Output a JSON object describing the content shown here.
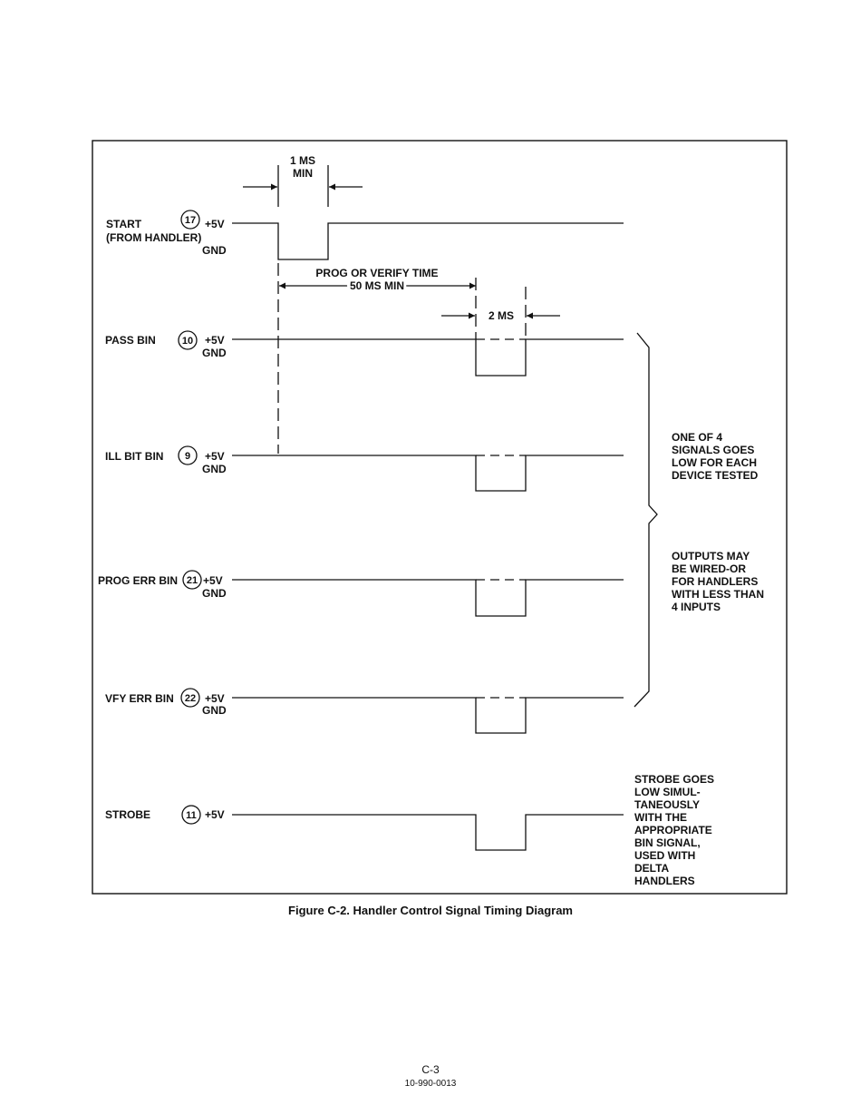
{
  "diagram": {
    "time_labels": {
      "start_pulse_line1": "1 MS",
      "start_pulse_line2": "MIN",
      "prog_time_line1": "PROG OR VERIFY TIME",
      "prog_time_line2": "50 MS MIN",
      "bin_pulse": "2 MS"
    },
    "signals": [
      {
        "id": "start",
        "name": "START",
        "sub": "(FROM HANDLER)",
        "pin": "17",
        "high": "+5V",
        "low": "GND"
      },
      {
        "id": "pass-bin",
        "name": "PASS BIN",
        "pin": "10",
        "high": "+5V",
        "low": "GND"
      },
      {
        "id": "ill-bit-bin",
        "name": "ILL BIT BIN",
        "pin": "9",
        "high": "+5V",
        "low": "GND"
      },
      {
        "id": "prog-err-bin",
        "name": "PROG ERR BIN",
        "pin": "21",
        "high": "+5V",
        "low": "GND"
      },
      {
        "id": "vfy-err-bin",
        "name": "VFY ERR BIN",
        "pin": "22",
        "high": "+5V",
        "low": "GND"
      },
      {
        "id": "strobe",
        "name": "STROBE",
        "pin": "11",
        "high": "+5V"
      }
    ],
    "notes": {
      "one_of_four": [
        "ONE OF 4",
        "SIGNALS GOES",
        "LOW FOR EACH",
        "DEVICE TESTED"
      ],
      "outputs_may": [
        "OUTPUTS MAY",
        "BE WIRED-OR",
        "FOR HANDLERS",
        "WITH LESS THAN",
        "4 INPUTS"
      ],
      "strobe_note": [
        "STROBE GOES",
        "LOW SIMUL-",
        "TANEOUSLY",
        "WITH THE",
        "APPROPRIATE",
        "BIN SIGNAL,",
        "USED WITH",
        "DELTA",
        "HANDLERS"
      ]
    }
  },
  "caption": "Figure C-2. Handler Control Signal Timing Diagram",
  "page": {
    "number": "C-3",
    "doc_id": "10-990-0013"
  }
}
